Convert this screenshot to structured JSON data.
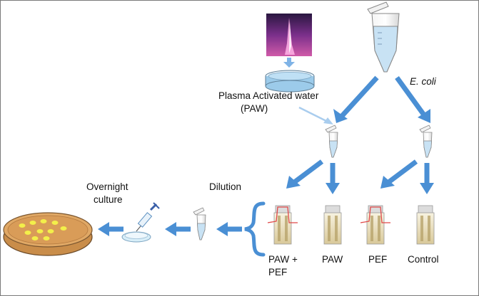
{
  "labels": {
    "plasma_line1": "Plasma Activated water",
    "plasma_line2": "(PAW)",
    "ecoli": "E. coli",
    "overnight_line1": "Overnight",
    "overnight_line2": "culture",
    "dilution": "Dilution",
    "paw_pef_line1": "PAW +",
    "paw_pef_line2": "PEF",
    "paw": "PAW",
    "pef": "PEF",
    "control": "Control"
  },
  "colors": {
    "arrow": "#4a8fd4",
    "light_arrow": "#a9cdee",
    "liquid": "#bcdcf1",
    "pulse": "#e04848",
    "agar": "#d9a35e",
    "colony": "#f3ef4a"
  }
}
